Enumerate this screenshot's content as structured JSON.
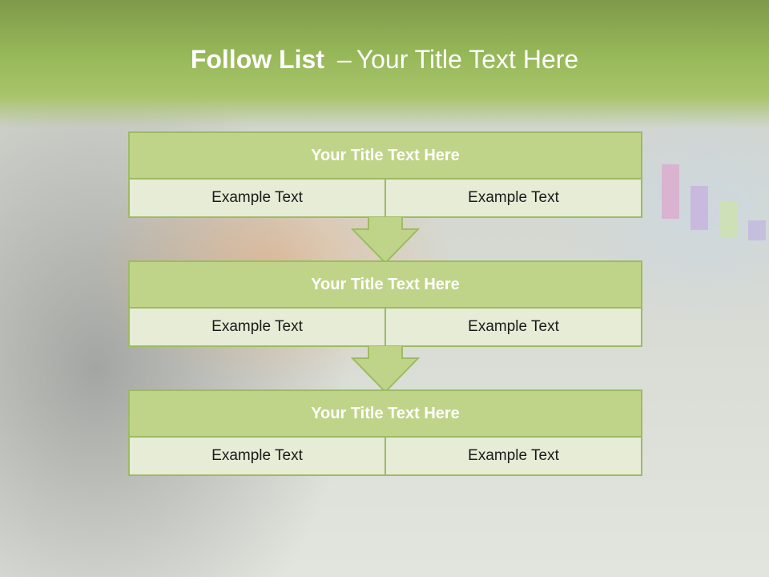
{
  "slide": {
    "title_bold": "Follow List",
    "title_separator": "–",
    "title_rest": "Your Title Text Here"
  },
  "steps": [
    {
      "title": "Your Title Text Here",
      "left": "Example Text",
      "right": "Example Text"
    },
    {
      "title": "Your Title Text Here",
      "left": "Example Text",
      "right": "Example Text"
    },
    {
      "title": "Your Title Text Here",
      "left": "Example Text",
      "right": "Example Text"
    }
  ],
  "colors": {
    "accent_green": "#9dbb63",
    "header_fill": "#c0d489",
    "cell_fill": "#e6ecd6"
  }
}
